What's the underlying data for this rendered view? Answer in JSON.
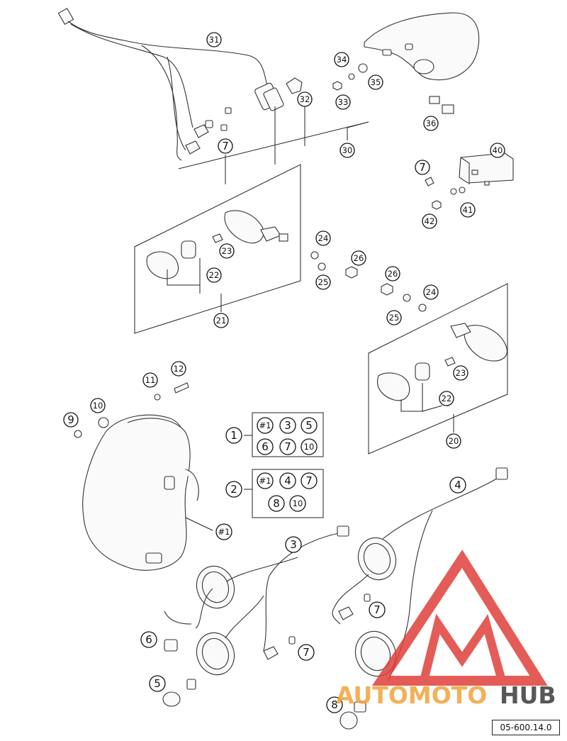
{
  "callouts": {
    "c31": "31",
    "c34": "34",
    "c35": "35",
    "c32": "32",
    "c33": "33",
    "c36": "36",
    "c30": "30",
    "c7a": "7",
    "c40": "40",
    "c7b": "7",
    "c41": "41",
    "c42": "42",
    "c23a": "23",
    "c22a": "22",
    "c21": "21",
    "c24a": "24",
    "c26a": "26",
    "c25a": "25",
    "c26b": "26",
    "c24b": "24",
    "c25b": "25",
    "c23b": "23",
    "c22b": "22",
    "c20": "20",
    "c12": "12",
    "c11": "11",
    "c10": "10",
    "c9": "9",
    "c1": "1",
    "c2": "2",
    "c4": "4",
    "c3": "3",
    "chash1": "#1",
    "c7c": "7",
    "c7d": "7",
    "c6": "6",
    "c5": "5",
    "c8": "8"
  },
  "kit1": [
    "#1",
    "3",
    "5",
    "6",
    "7",
    "10"
  ],
  "kit2": [
    "#1",
    "4",
    "7",
    "8",
    "10"
  ],
  "watermark": {
    "part1": "AUTOMOTO",
    "part2": "HUB",
    "color_red": "#e0403a",
    "color_orange": "#f2a33a",
    "color_dark": "#3a3a3a"
  },
  "diagram_code": "05-600.14.0"
}
